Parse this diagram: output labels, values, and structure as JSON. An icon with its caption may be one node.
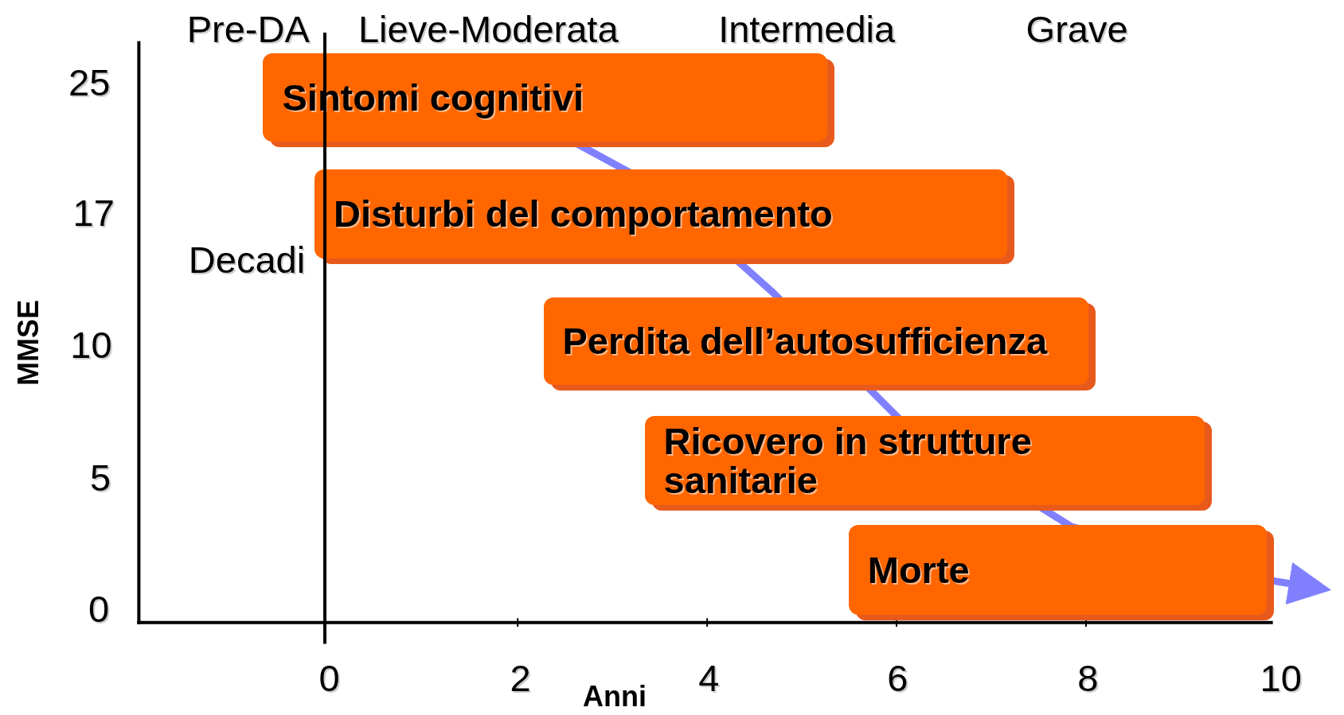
{
  "diagram": {
    "nodes": [
      {
        "text": [
          "Sintomi cognitivi"
        ]
      },
      {
        "text": [
          "Disturbi del  comportamento"
        ]
      },
      {
        "text": [
          "Perdita dell’autosufficienza"
        ]
      },
      {
        "text": [
          "Ricovero in strutture sanitarie"
        ]
      },
      {
        "text": [
          "Morte"
        ]
      }
    ],
    "labels": [
      "Pre-DA",
      "Lieve-Moderata",
      "Intermedia",
      "Grave",
      "25",
      "17",
      "Decadi",
      "10",
      "MMSE",
      "5",
      "0",
      "0",
      "2",
      "4",
      "6",
      "8",
      "10",
      "Anni"
    ]
  }
}
